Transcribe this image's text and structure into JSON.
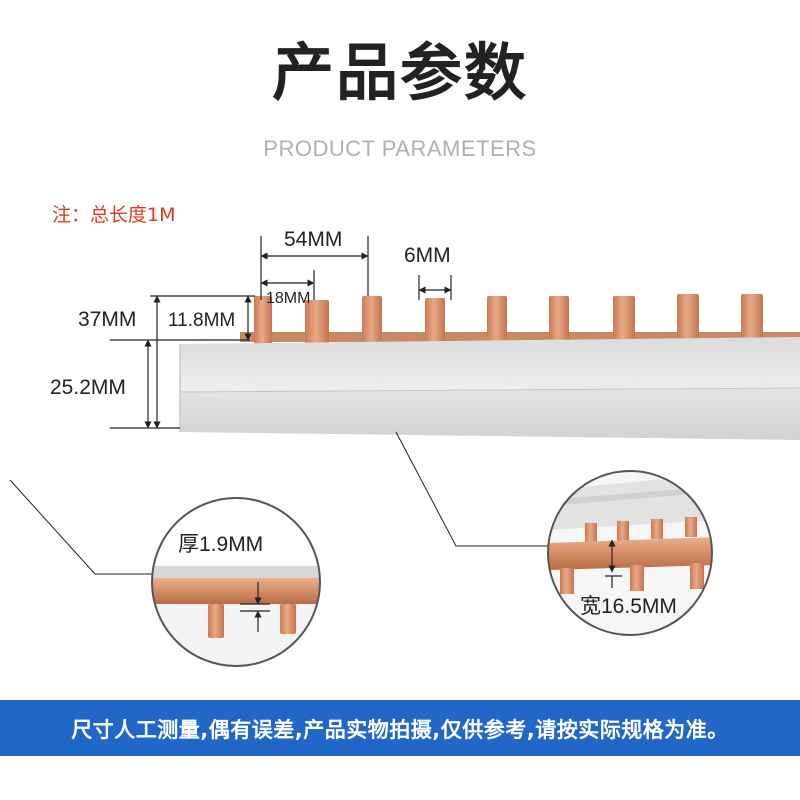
{
  "header": {
    "title": "产品参数",
    "subtitle": "PRODUCT PARAMETERS"
  },
  "note": "注：总长度1M",
  "dimensions": {
    "pitch": "54MM",
    "inner_pitch": "18MM",
    "pin_width": "6MM",
    "total_height": "37MM",
    "pin_height": "11.8MM",
    "body_height": "25.2MM"
  },
  "details": {
    "thickness": "厚1.9MM",
    "width": "宽16.5MM"
  },
  "banner": {
    "text": "尺寸人工测量,偶有误差,产品实物拍摄,仅供参考,请按实际规格为准。"
  },
  "colors": {
    "copper": "#d9926a",
    "body": "#e6e6e6",
    "banner": "#2167c8",
    "note": "#e03a1e"
  }
}
